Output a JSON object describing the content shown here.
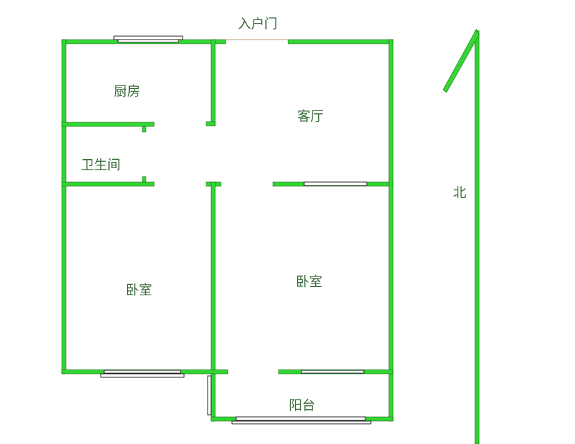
{
  "rooms": {
    "entrance_door": "入户门",
    "kitchen": "厨房",
    "living_room": "客厅",
    "bathroom": "卫生间",
    "bedroom_left": "卧室",
    "bedroom_right": "卧室",
    "balcony": "阳台"
  },
  "compass": {
    "north": "北"
  },
  "colors": {
    "wall": "#33d633",
    "label": "#3a6b3a"
  }
}
